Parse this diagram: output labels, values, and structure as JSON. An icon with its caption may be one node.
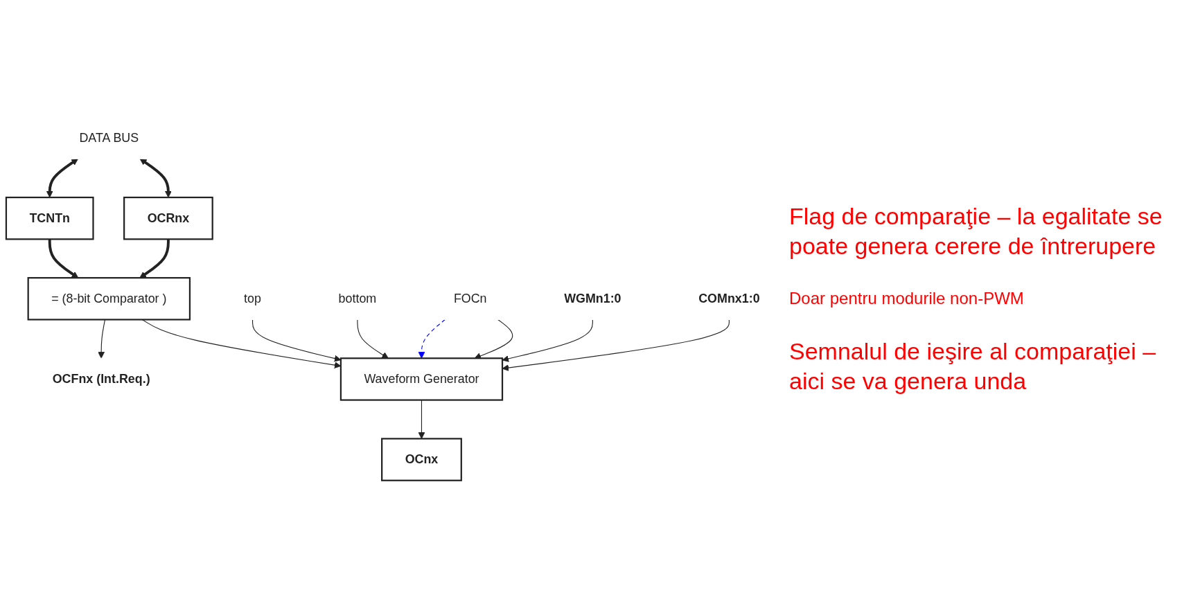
{
  "diagram": {
    "nodes": [
      {
        "text": [
          "DATA BUS"
        ]
      },
      {
        "text": [
          "OCRnx"
        ]
      },
      {
        "text": [
          "TCNTn"
        ]
      },
      {
        "text": [
          "= (8-bit Comparator )"
        ]
      },
      {
        "text": [
          "OCFnx (Int.Req.)"
        ]
      },
      {
        "text": [
          "top"
        ]
      },
      {
        "text": [
          "bottom"
        ]
      },
      {
        "text": [
          "FOCn"
        ]
      },
      {
        "text": [
          "Waveform Generator"
        ]
      },
      {
        "text": [
          "OCnx"
        ]
      },
      {
        "text": [
          "WGMn1:0"
        ]
      },
      {
        "text": [
          "COMnx1:0"
        ]
      }
    ],
    "edges": [
      {
        "from": 0,
        "to": 1,
        "arrow": "both",
        "style": "thick"
      },
      {
        "from": 0,
        "to": 2,
        "arrow": "both",
        "style": "thick"
      },
      {
        "from": 1,
        "to": 3,
        "arrow": "to",
        "style": "thick"
      },
      {
        "from": 2,
        "to": 3,
        "arrow": "to",
        "style": "thick"
      },
      {
        "from": 3,
        "to": 8,
        "arrow": "to"
      },
      {
        "from": 3,
        "to": 4,
        "arrow": "to"
      },
      {
        "from": 5,
        "to": 8,
        "arrow": "to"
      },
      {
        "from": 6,
        "to": 8,
        "arrow": "to"
      },
      {
        "from": 7,
        "to": 8,
        "arrow": "to"
      },
      {
        "from": 8,
        "to": 9,
        "arrow": "to"
      },
      {
        "from": 10,
        "to": 8,
        "arrow": "to"
      },
      {
        "from": 11,
        "to": 8,
        "arrow": "to"
      },
      {
        "from": 7,
        "to": 8,
        "arrow": "to",
        "style": "dashed",
        "color": "#0000ff"
      }
    ],
    "labels": [
      "Flag de comparaţie – la egalitate se poate genera cerere de întrerupere",
      "Doar pentru modurile non-PWM",
      "Semnalul de ieşire al comparaţiei – aici se va genera unda"
    ]
  }
}
